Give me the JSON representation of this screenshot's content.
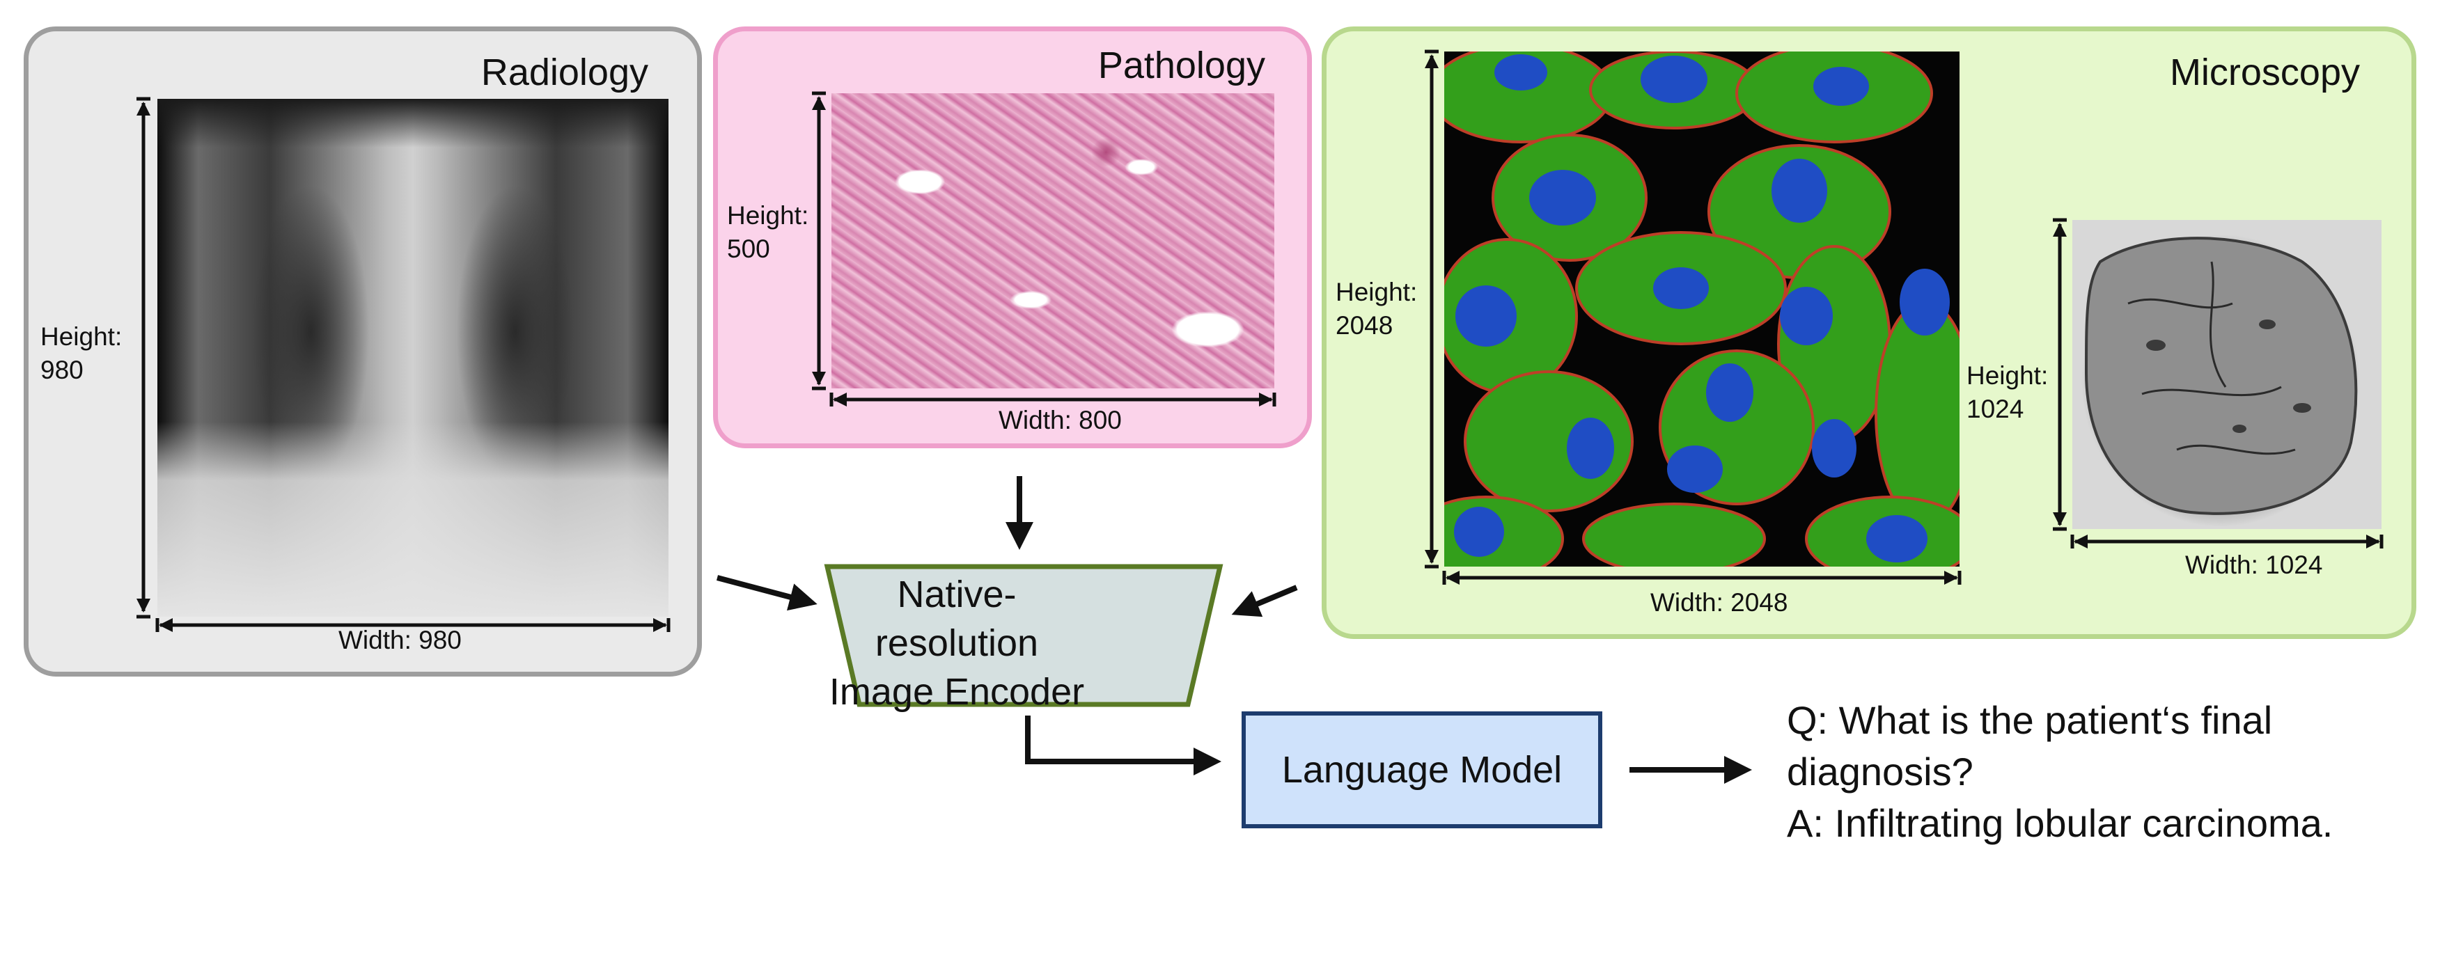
{
  "panels": {
    "radiology": {
      "title": "Radiology",
      "height_label": "Height:",
      "height_value": "980",
      "width_label": "Width: 980"
    },
    "pathology": {
      "title": "Pathology",
      "height_label": "Height:",
      "height_value": "500",
      "width_label": "Width: 800"
    },
    "microscopy": {
      "title": "Microscopy",
      "fluorescence": {
        "height_label": "Height:",
        "height_value": "2048",
        "width_label": "Width: 2048"
      },
      "electron": {
        "height_label": "Height:",
        "height_value": "1024",
        "width_label": "Width: 1024"
      }
    }
  },
  "encoder": {
    "line1": "Native-resolution",
    "line2": "Image Encoder"
  },
  "language_model": {
    "label": "Language Model"
  },
  "qa": {
    "question_line1": "Q: What is the patient‘s final",
    "question_line2": "diagnosis?",
    "answer": "A: Infiltrating lobular carcinoma."
  },
  "colors": {
    "radiology_bg": "#eaeaea",
    "radiology_border": "#9e9e9e",
    "pathology_bg": "#fbd3ea",
    "pathology_border": "#ef9fcb",
    "microscopy_bg": "#e6f8cc",
    "microscopy_border": "#b8d88d",
    "encoder_fill": "#d5e0e0",
    "encoder_border": "#5a7a25",
    "lm_fill": "#cfe2fb",
    "lm_border": "#1d3c6e"
  }
}
